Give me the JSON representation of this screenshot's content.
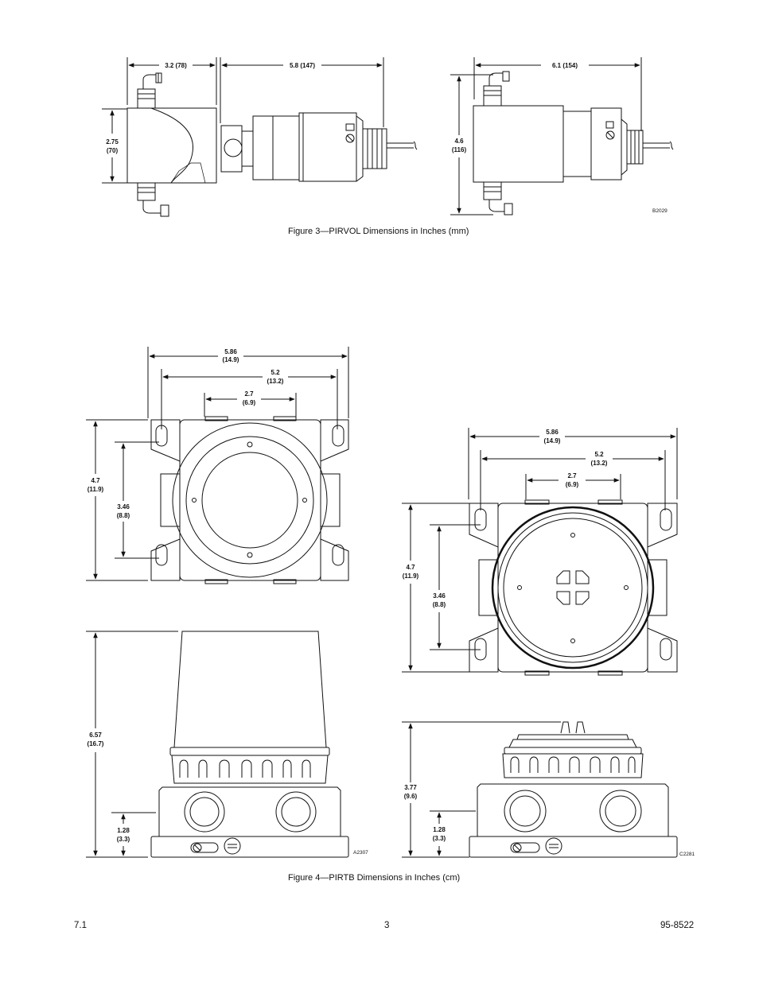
{
  "figure3": {
    "caption": "Figure 3—PIRVOL Dimensions in Inches (mm)",
    "code": "B2029",
    "dims": {
      "left_width": "3.2 (78)",
      "mid_length": "5.8 (147)",
      "left_height_1": "2.75",
      "left_height_2": "(70)",
      "right_width": "6.1 (154)",
      "right_height_1": "4.6",
      "right_height_2": "(116)"
    }
  },
  "figure4": {
    "caption": "Figure 4—PIRTB Dimensions in Inches (cm)",
    "code_left": "A2307",
    "code_right": "C2281",
    "dims": {
      "w_overall_1": "5.86",
      "w_overall_2": "(14.9)",
      "w_mid_1": "5.2",
      "w_mid_2": "(13.2)",
      "w_inner_1": "2.7",
      "w_inner_2": "(6.9)",
      "h_overall_1": "4.7",
      "h_overall_2": "(11.9)",
      "h_inner_1": "3.46",
      "h_inner_2": "(8.8)",
      "side_height_left_1": "6.57",
      "side_height_left_2": "(16.7)",
      "side_height_right_1": "3.77",
      "side_height_right_2": "(9.6)",
      "base_height_1": "1.28",
      "base_height_2": "(3.3)"
    }
  },
  "footer": {
    "left": "7.1",
    "center": "3",
    "right": "95-8522"
  }
}
